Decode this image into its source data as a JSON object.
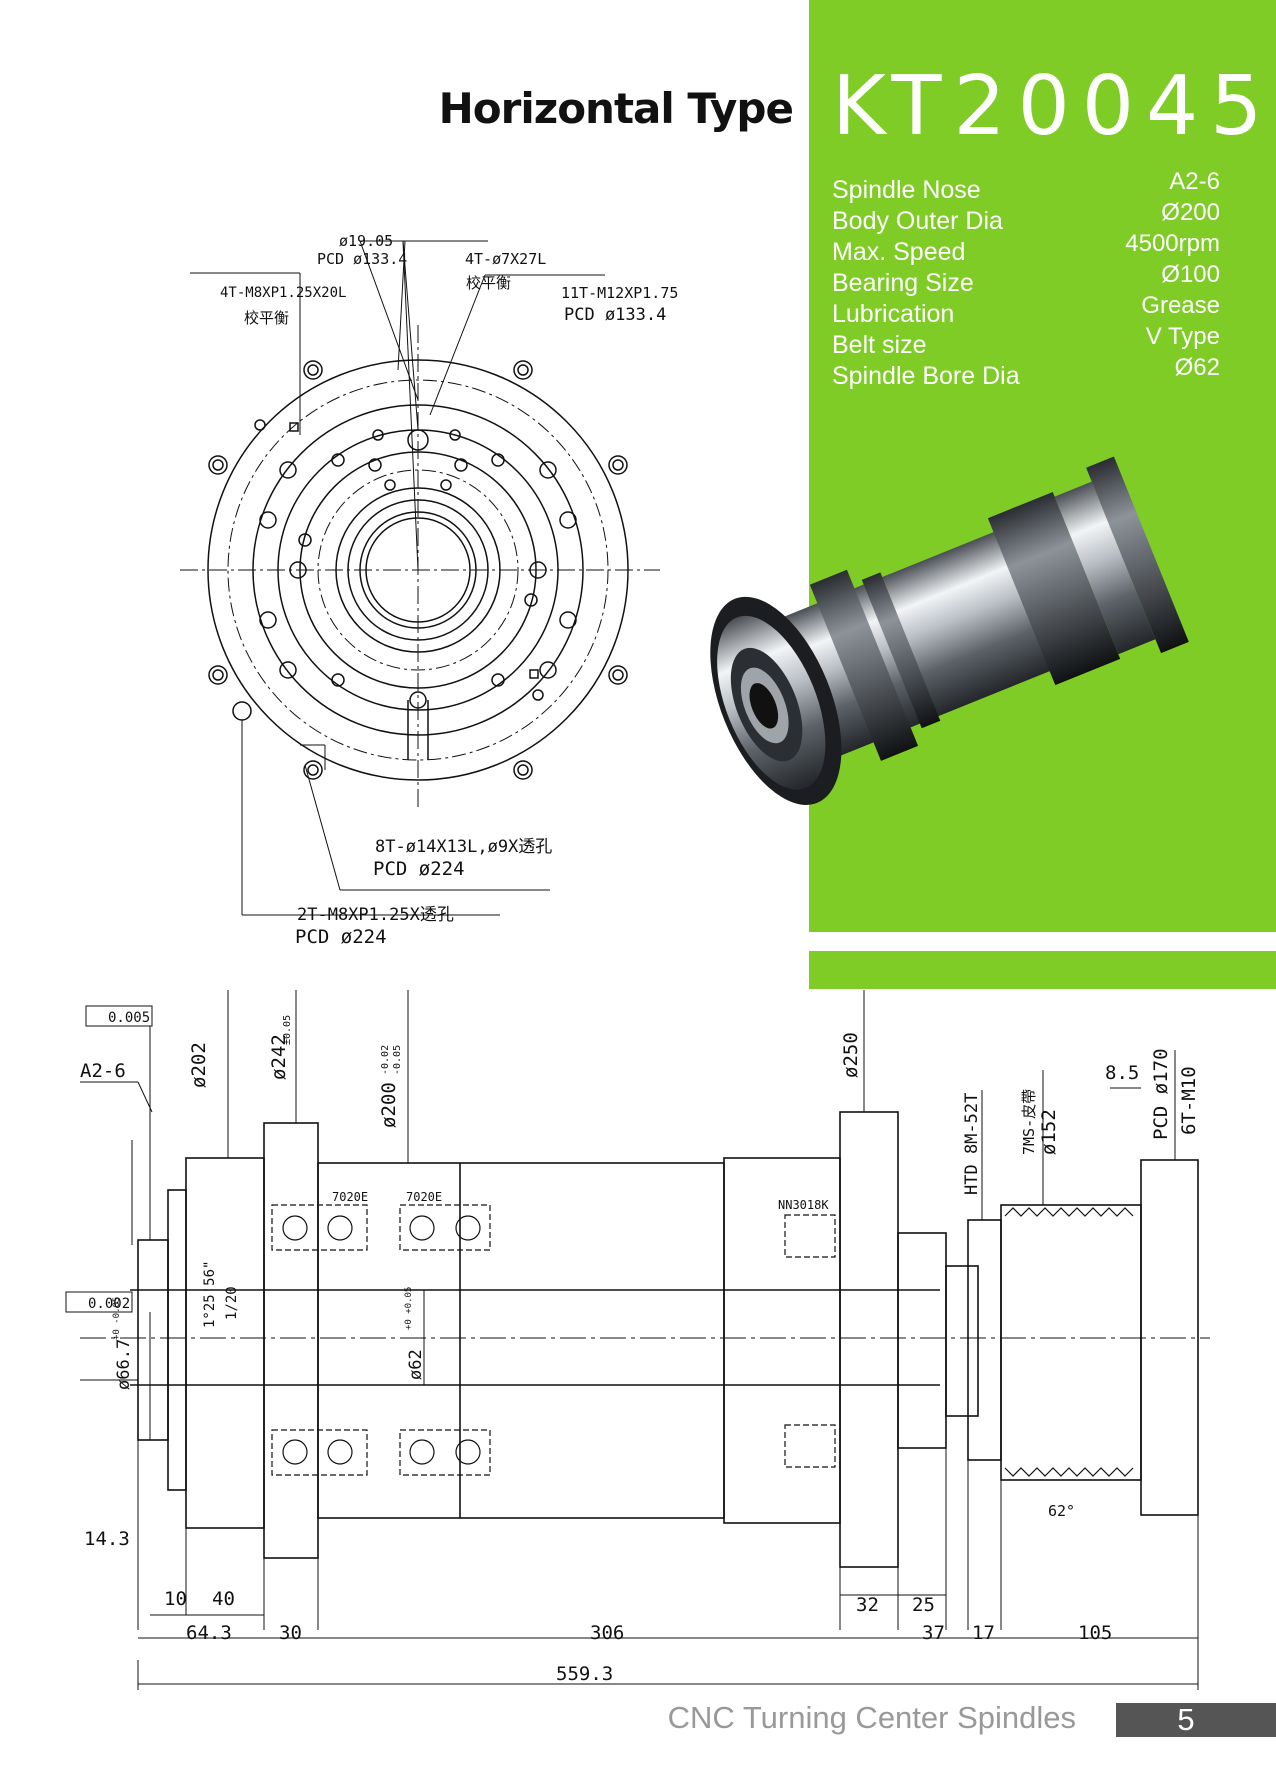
{
  "header": {
    "type_title": "Horizontal Type",
    "model": "KT20045"
  },
  "specs": [
    {
      "label": "Spindle Nose",
      "value": "A2-6"
    },
    {
      "label": "Body Outer Dia",
      "value": "Ø200"
    },
    {
      "label": "Max. Speed",
      "value": "4500rpm"
    },
    {
      "label": "Bearing Size",
      "value": "Ø100"
    },
    {
      "label": "Lubrication",
      "value": "Grease"
    },
    {
      "label": "Belt size",
      "value": "V Type"
    },
    {
      "label": "Spindle Bore Dia",
      "value": "Ø62"
    }
  ],
  "front_view": {
    "callouts": {
      "c1a": "ø19.05",
      "c1b": "PCD ø133.4",
      "c2a": "4T-ø7X27L",
      "c2b": "校平衡",
      "c3a": "4T-M8XP1.25X20L",
      "c3b": "校平衡",
      "c4a": "11T-M12XP1.75",
      "c4b": "PCD ø133.4",
      "c5a": "8T-ø14X13L,ø9X透孔",
      "c5b": "PCD ø224",
      "c6a": "2T-M8XP1.25X透孔",
      "c6b": "PCD ø224"
    }
  },
  "side_view": {
    "labels": {
      "tol1": "0.005",
      "tol2": "0.002",
      "nose": "A2-6",
      "d202": "ø202",
      "d242": "ø242",
      "d242tol": "±0.05",
      "d200": "ø200",
      "d200tolup": "-0.02",
      "d200tollo": "-0.05",
      "d250": "ø250",
      "bear1": "7020E",
      "bear2": "7020E",
      "bear3": "NN3018K",
      "htd": "HTD 8M-52T",
      "belt": "7MS-皮帶",
      "d152": "ø152",
      "pcd170": "PCD ø170",
      "m10": "6T-M10",
      "d85": "8.5",
      "angle": "62°",
      "taper1": "1°25'56\"",
      "taper2": "1/20",
      "d667": "ø66.7",
      "d667tol": "+0 -0.05",
      "d62": "ø62",
      "d62tol": "+0 +0.05",
      "l143": "14.3",
      "l10": "10",
      "l40": "40",
      "l643": "64.3",
      "l30": "30",
      "l306": "306",
      "l32": "32",
      "l25": "25",
      "l37": "37",
      "l17": "17",
      "l105": "105",
      "l5593": "559.3"
    }
  },
  "footer": {
    "title": "CNC Turning Center Spindles",
    "page": "5"
  },
  "colors": {
    "accent_green": "#7fcc26",
    "footer_grey": "#555555"
  }
}
